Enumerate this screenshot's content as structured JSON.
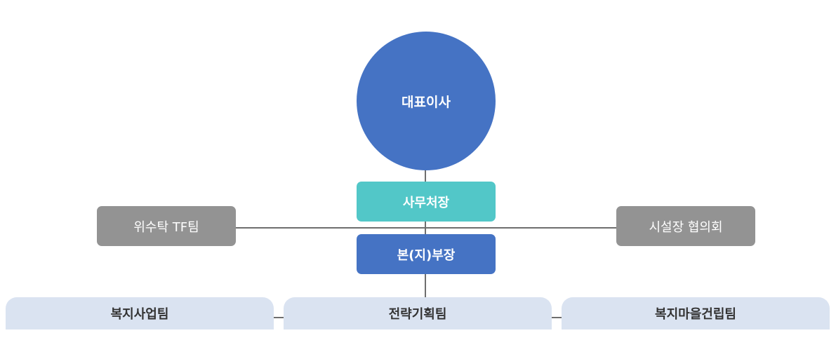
{
  "org_chart": {
    "ceo": "대표이사",
    "secretary_general": "사무처장",
    "branch_manager": "본(지)부장",
    "side_left": "위수탁 TF팀",
    "side_right": "시설장 협의회",
    "teams": [
      "복지사업팀",
      "전략기획팀",
      "복지마을건립팀"
    ]
  },
  "colors": {
    "primary": "#4573c4",
    "teal": "#52c7c8",
    "gray": "#939393",
    "team_bg": "#dae3f1"
  }
}
